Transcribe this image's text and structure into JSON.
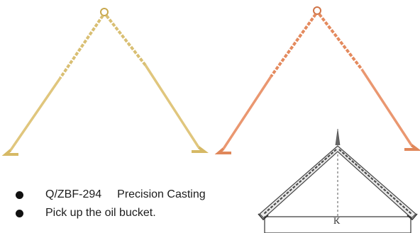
{
  "products": [
    {
      "name": "gold-chain-sling",
      "color": "#d9bf73"
    },
    {
      "name": "copper-chain-sling",
      "color": "#e48a5e"
    }
  ],
  "features": [
    {
      "model": "Q/ZBF-294",
      "desc": "Precision Casting"
    },
    {
      "text": "Pick up the oil bucket."
    }
  ],
  "diagram": {
    "label": "K"
  }
}
